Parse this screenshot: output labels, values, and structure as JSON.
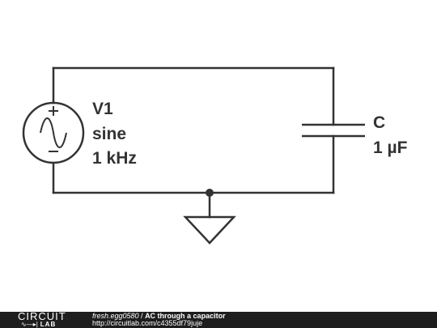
{
  "schematic": {
    "source": {
      "name": "V1",
      "type": "sine",
      "frequency": "1 kHz"
    },
    "capacitor": {
      "name": "C",
      "value": "1 µF"
    }
  },
  "footer": {
    "brand_top": "CIRCUIT",
    "brand_bottom": "LAB",
    "username": "fresh.egg0580",
    "separator": " / ",
    "title": "AC through a capacitor",
    "url": "http://circuitlab.com/c4355df79juje"
  }
}
